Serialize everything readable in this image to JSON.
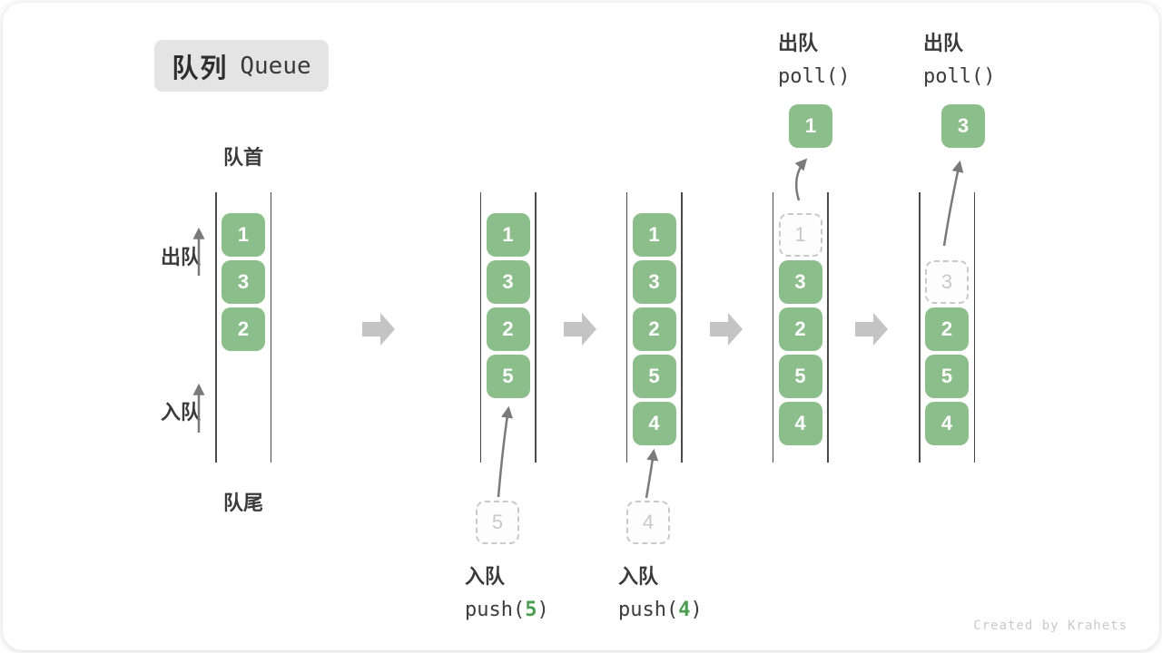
{
  "title": {
    "zh": "队列",
    "en": "Queue"
  },
  "labels": {
    "front": "队首",
    "rear": "队尾",
    "dequeue_side": "出队",
    "enqueue_side": "入队"
  },
  "queues": [
    {
      "name": "initial",
      "slots": [
        {
          "row": 0,
          "value": "1",
          "kind": "green"
        },
        {
          "row": 1,
          "value": "3",
          "kind": "green"
        },
        {
          "row": 2,
          "value": "2",
          "kind": "green"
        }
      ]
    },
    {
      "name": "after-push-5",
      "slots": [
        {
          "row": 0,
          "value": "1",
          "kind": "green"
        },
        {
          "row": 1,
          "value": "3",
          "kind": "green"
        },
        {
          "row": 2,
          "value": "2",
          "kind": "green"
        },
        {
          "row": 3,
          "value": "5",
          "kind": "green"
        }
      ],
      "incoming": {
        "value": "5"
      }
    },
    {
      "name": "after-push-4",
      "slots": [
        {
          "row": 0,
          "value": "1",
          "kind": "green"
        },
        {
          "row": 1,
          "value": "3",
          "kind": "green"
        },
        {
          "row": 2,
          "value": "2",
          "kind": "green"
        },
        {
          "row": 3,
          "value": "5",
          "kind": "green"
        },
        {
          "row": 4,
          "value": "4",
          "kind": "green"
        }
      ],
      "incoming": {
        "value": "4"
      }
    },
    {
      "name": "after-poll-1",
      "slots": [
        {
          "row": 0,
          "value": "1",
          "kind": "ghost"
        },
        {
          "row": 1,
          "value": "3",
          "kind": "green"
        },
        {
          "row": 2,
          "value": "2",
          "kind": "green"
        },
        {
          "row": 3,
          "value": "5",
          "kind": "green"
        },
        {
          "row": 4,
          "value": "4",
          "kind": "green"
        }
      ],
      "outgoing": {
        "value": "1"
      }
    },
    {
      "name": "after-poll-3",
      "slots": [
        {
          "row": 1,
          "value": "3",
          "kind": "ghost"
        },
        {
          "row": 2,
          "value": "2",
          "kind": "green"
        },
        {
          "row": 3,
          "value": "5",
          "kind": "green"
        },
        {
          "row": 4,
          "value": "4",
          "kind": "green"
        }
      ],
      "outgoing": {
        "value": "3"
      }
    }
  ],
  "operations": {
    "push5": {
      "label": "入队",
      "code_before": "push(",
      "arg": "5",
      "code_after": ")"
    },
    "push4": {
      "label": "入队",
      "code_before": "push(",
      "arg": "4",
      "code_after": ")"
    },
    "poll1": {
      "label": "出队",
      "code": "poll()"
    },
    "poll2": {
      "label": "出队",
      "code": "poll()"
    }
  },
  "watermark": "Created by Krahets",
  "colors": {
    "box_green": "#8CBE8C",
    "arg_green": "#4A9D50",
    "ghost_gray": "#C9C9C9",
    "thin_arrow": "#7A7A7A",
    "block_arrow": "#C4C4C4",
    "line_dark": "#4A4A4A",
    "text_dark": "#3A3A3A",
    "badge_bg": "#E4E4E4"
  }
}
